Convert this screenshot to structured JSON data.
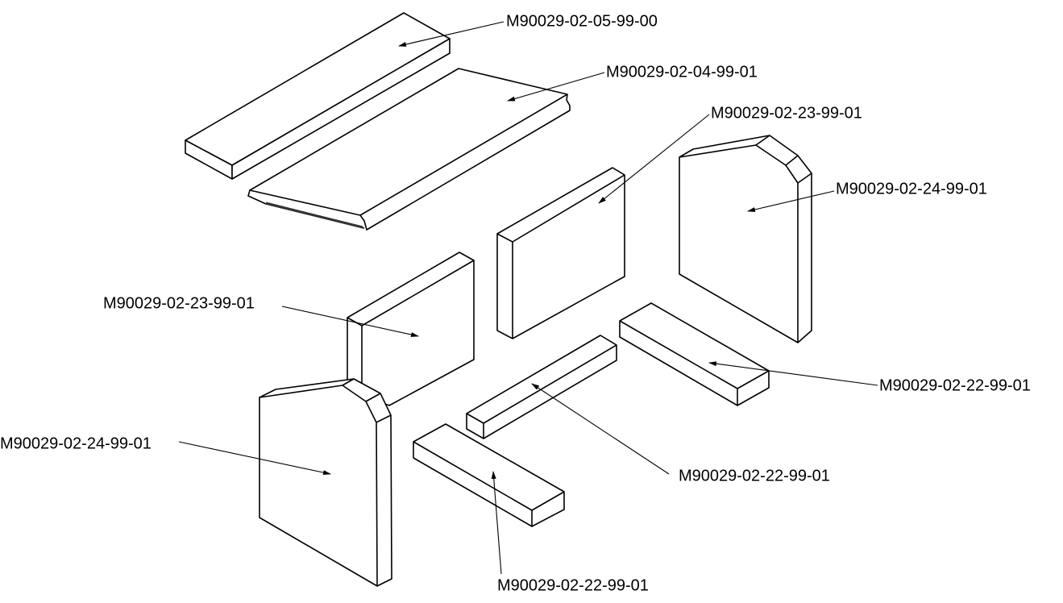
{
  "diagram": {
    "type": "exploded parts view",
    "labels": [
      "M90029-02-05-99-00",
      "M90029-02-04-99-01",
      "M90029-02-23-99-01",
      "M90029-02-24-99-01",
      "M90029-02-23-99-01",
      "M90029-02-24-99-01",
      "M90029-02-22-99-01",
      "M90029-02-22-99-01",
      "M90029-02-22-99-01"
    ]
  }
}
